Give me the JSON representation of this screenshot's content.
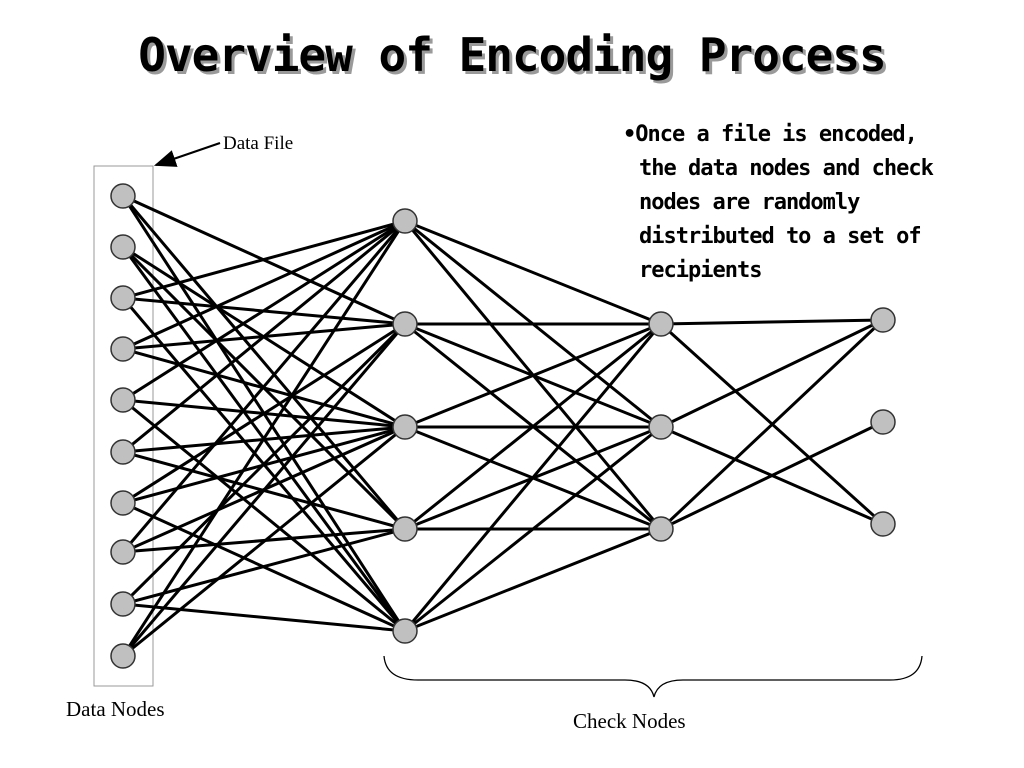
{
  "title": "Overview of Encoding Process",
  "bullet": {
    "marker": "•",
    "lines": [
      "Once a file is encoded,",
      "the data nodes and check",
      "nodes are randomly",
      "distributed to a set of",
      "recipients"
    ]
  },
  "labels": {
    "data_file": "Data File",
    "data_nodes": "Data Nodes",
    "check_nodes": "Check Nodes"
  },
  "colors": {
    "node_fill": "#c0c0c0",
    "node_stroke": "#333333",
    "edge": "#000000",
    "box": "#999999"
  },
  "graph": {
    "layers": [
      {
        "name": "data-nodes",
        "count": 10
      },
      {
        "name": "check-layer-1",
        "count": 5
      },
      {
        "name": "check-layer-2",
        "count": 3
      },
      {
        "name": "check-layer-3",
        "count": 3
      }
    ],
    "edges_data_to_check1": [
      [
        0,
        1
      ],
      [
        0,
        3
      ],
      [
        0,
        4
      ],
      [
        1,
        2
      ],
      [
        1,
        3
      ],
      [
        1,
        4
      ],
      [
        2,
        0
      ],
      [
        2,
        1
      ],
      [
        2,
        4
      ],
      [
        3,
        0
      ],
      [
        3,
        1
      ],
      [
        3,
        2
      ],
      [
        4,
        0
      ],
      [
        4,
        2
      ],
      [
        4,
        4
      ],
      [
        5,
        0
      ],
      [
        5,
        2
      ],
      [
        5,
        3
      ],
      [
        6,
        1
      ],
      [
        6,
        2
      ],
      [
        6,
        4
      ],
      [
        7,
        0
      ],
      [
        7,
        2
      ],
      [
        7,
        3
      ],
      [
        8,
        1
      ],
      [
        8,
        3
      ],
      [
        8,
        4
      ],
      [
        9,
        0
      ],
      [
        9,
        1
      ],
      [
        9,
        2
      ]
    ],
    "edges_check1_to_check2": [
      [
        0,
        0
      ],
      [
        0,
        1
      ],
      [
        0,
        2
      ],
      [
        1,
        0
      ],
      [
        1,
        1
      ],
      [
        1,
        2
      ],
      [
        2,
        0
      ],
      [
        2,
        1
      ],
      [
        2,
        2
      ],
      [
        3,
        0
      ],
      [
        3,
        1
      ],
      [
        3,
        2
      ],
      [
        4,
        0
      ],
      [
        4,
        1
      ],
      [
        4,
        2
      ]
    ],
    "edges_check2_to_check3": [
      [
        0,
        0
      ],
      [
        0,
        2
      ],
      [
        1,
        0
      ],
      [
        1,
        2
      ],
      [
        2,
        0
      ],
      [
        2,
        1
      ]
    ]
  }
}
